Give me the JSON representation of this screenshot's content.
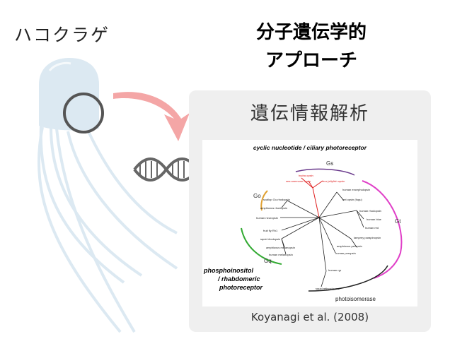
{
  "left_label": "ハコクラゲ",
  "title": {
    "line1": "分子遺伝学的",
    "line2": "アプローチ"
  },
  "panel": {
    "title": "遺伝情報解析",
    "citation": "Koyanagi et al. (2008)"
  },
  "figure": {
    "top_title": "cyclic nucleotide / ciliary photoreceptor",
    "bottom_left_title": [
      "phosphoinositol",
      "/ rhabdomeric",
      "photoreceptor"
    ],
    "bottom_right_label": "photoisomerase",
    "groups": {
      "gs": "Gs",
      "go": "Go",
      "gt": "Gt",
      "gq": "Gq"
    },
    "leaves_red": [
      "hydra opsin",
      "sea anemone opsin",
      "box jellyfish opsin"
    ],
    "leaves_go": [
      "scallop Go-rhodopsin",
      "amphioxus rhodopsin"
    ],
    "leaves_gt": [
      "human encephalopsin",
      "tmt opsin (fugu)",
      "human rhodopsin",
      "human blue",
      "human red",
      "lamprey parapinopsin",
      "amphioxus peropsin",
      "human peropsin"
    ],
    "leaves_gq": [
      "human neuropsin",
      "fruit fly Rh1",
      "squid rhodopsin",
      "amphioxus melanopsin",
      "human melanopsin"
    ],
    "leaves_iso": [
      "human rgr",
      "squid retinochrome"
    ]
  },
  "colors": {
    "panel_bg": "#efefef",
    "arrow": "#f4a6a6",
    "jelly": "#dce9f2",
    "circle": "#555555",
    "gs": "#6a3a8c",
    "go": "#e0a030",
    "gt": "#e040c8",
    "gq": "#33aa33",
    "red_branch": "#e02020"
  },
  "icons": [
    "jellyfish-illustration",
    "magnifier-circle-icon",
    "curved-arrow-icon",
    "dna-helix-icon"
  ]
}
